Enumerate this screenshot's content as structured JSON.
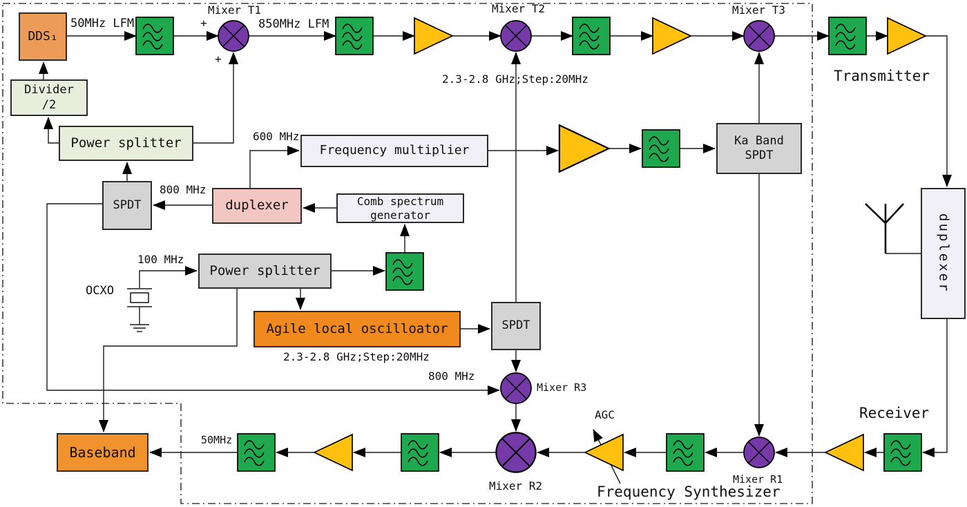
{
  "regions": {
    "transmitter": "Transmitter",
    "receiver": "Receiver",
    "frequency_synthesizer": "Frequency Synthesizer"
  },
  "blocks": {
    "dds": "DDS₁",
    "divider_line1": "Divider",
    "divider_line2": "/2",
    "power_splitter_top": "Power splitter",
    "spdt_ref": "SPDT",
    "duplexer_if": "duplexer",
    "frequency_multiplier": "Frequency multiplier",
    "comb_line1": "Comb spectrum",
    "comb_line2": "generator",
    "power_splitter_ref": "Power splitter",
    "ocxo": "OCXO",
    "agile_lo": "Agile local oscilloator",
    "spdt_lo": "SPDT",
    "ka_band_line1": "Ka Band",
    "ka_band_line2": "SPDT",
    "duplexer_antenna": "duplexer",
    "baseband": "Baseband"
  },
  "mixers": {
    "t1": "Mixer T1",
    "t2": "Mixer T2",
    "t3": "Mixer T3",
    "r1": "Mixer R1",
    "r2": "Mixer R2",
    "r3": "Mixer R3"
  },
  "labels": {
    "lfm_50": "50MHz LFM",
    "lfm_850": "850MHz LFM",
    "step_t2": "2.3-2.8 GHz;Step:20MHz",
    "mhz_600": "600 MHz",
    "mhz_800_if": "800 MHz",
    "mhz_100": "100 MHz",
    "step_lo": "2.3-2.8 GHz;Step:20MHz",
    "mhz_800_r3": "800 MHz",
    "mhz_50": "50MHz",
    "agc": "AGC",
    "plus_rf": "+",
    "plus_lo": "+"
  },
  "colors": {
    "filter_green": "#1FA94E",
    "mixer_purple": "#7639A8",
    "amplifier_yellow": "#FFC010",
    "agile_lo_orange": "#F0891E",
    "baseband_orange": "#F0922E",
    "dds_orange": "#EC9C56",
    "splitter_beige": "#E9EDDB",
    "switch_gray": "#D4D4D4",
    "duplexer_pink": "#F2C7C3",
    "module_white": "#F0F0F6"
  }
}
